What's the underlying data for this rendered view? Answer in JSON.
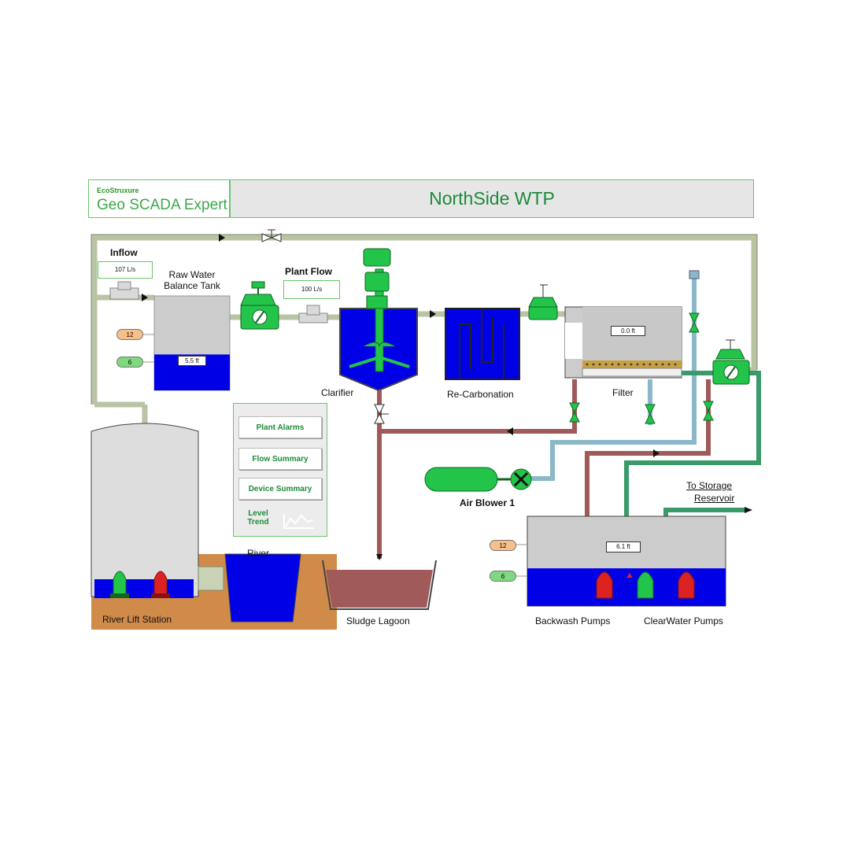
{
  "header": {
    "brand": "EcoStruxure",
    "product": "Geo SCADA Expert",
    "title": "NorthSide WTP"
  },
  "labels": {
    "inflow": "Inflow",
    "raw_tank": "Raw Water\nBalance Tank",
    "plant_flow": "Plant Flow",
    "clarifier": "Clarifier",
    "recarbonation": "Re-Carbonation",
    "filter": "Filter",
    "air_blower": "Air Blower 1",
    "river": "River",
    "river_lift_station": "River Lift Station",
    "sludge_lagoon": "Sludge Lagoon",
    "backwash_pumps": "Backwash Pumps",
    "clearwater_pumps": "ClearWater Pumps",
    "to_storage": "To Storage",
    "reservoir": "Reservoir"
  },
  "readouts": {
    "inflow_value": "107 L/s",
    "plant_flow_value": "100 L/s",
    "raw_tank_level": "5.5 ft",
    "filter_level": "0.0 ft",
    "clearwell_level": "6.1 ft"
  },
  "tags": {
    "raw_hi": "12",
    "raw_lo": "6",
    "clear_hi": "12",
    "clear_lo": "6"
  },
  "nav": {
    "plant_alarms": "Plant Alarms",
    "flow_summary": "Flow Summary",
    "device_summary": "Device Summary",
    "level_trend": "Level Trend"
  },
  "levels": {
    "raw_tank_fraction": 0.38,
    "clearwell_fraction": 0.42
  },
  "colors": {
    "water": "#0000e6",
    "pipe_main": "#b9c4a4",
    "pipe_sludge": "#a05a5a",
    "pipe_air": "#8ab8c8",
    "pipe_clear": "#3a9a6a",
    "valve_green": "#22c44a",
    "pump_red": "#dd2222",
    "accent": "#1e8a3a"
  }
}
